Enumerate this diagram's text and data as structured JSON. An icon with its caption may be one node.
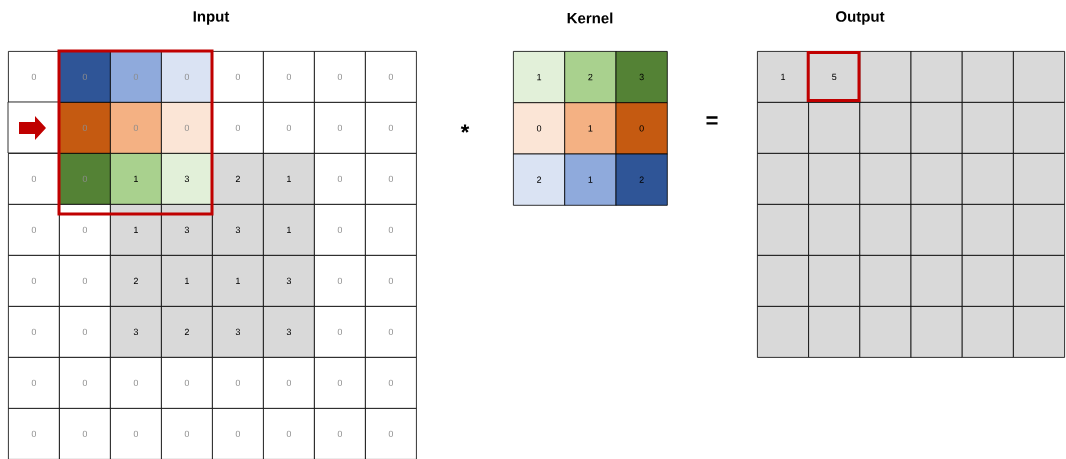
{
  "diagram": {
    "labels": [
      "Input",
      "Kernel",
      "Output",
      "0",
      "0",
      "0",
      "0",
      "0",
      "0",
      "0",
      "0",
      "0",
      "0",
      "0",
      "0",
      "0",
      "0",
      "0",
      "0",
      "0",
      "1",
      "3",
      "2",
      "1",
      "0",
      "0",
      "0",
      "0",
      "1",
      "3",
      "3",
      "1",
      "0",
      "0",
      "0",
      "0",
      "2",
      "1",
      "1",
      "3",
      "0",
      "0",
      "0",
      "0",
      "3",
      "2",
      "3",
      "3",
      "0",
      "0",
      "0",
      "0",
      "0",
      "0",
      "0",
      "0",
      "0",
      "0",
      "0",
      "0",
      "0",
      "0",
      "0",
      "0",
      "0",
      "0",
      "*",
      "1",
      "2",
      "3",
      "0",
      "1",
      "0",
      "2",
      "1",
      "2",
      "=",
      "1",
      "5"
    ]
  }
}
